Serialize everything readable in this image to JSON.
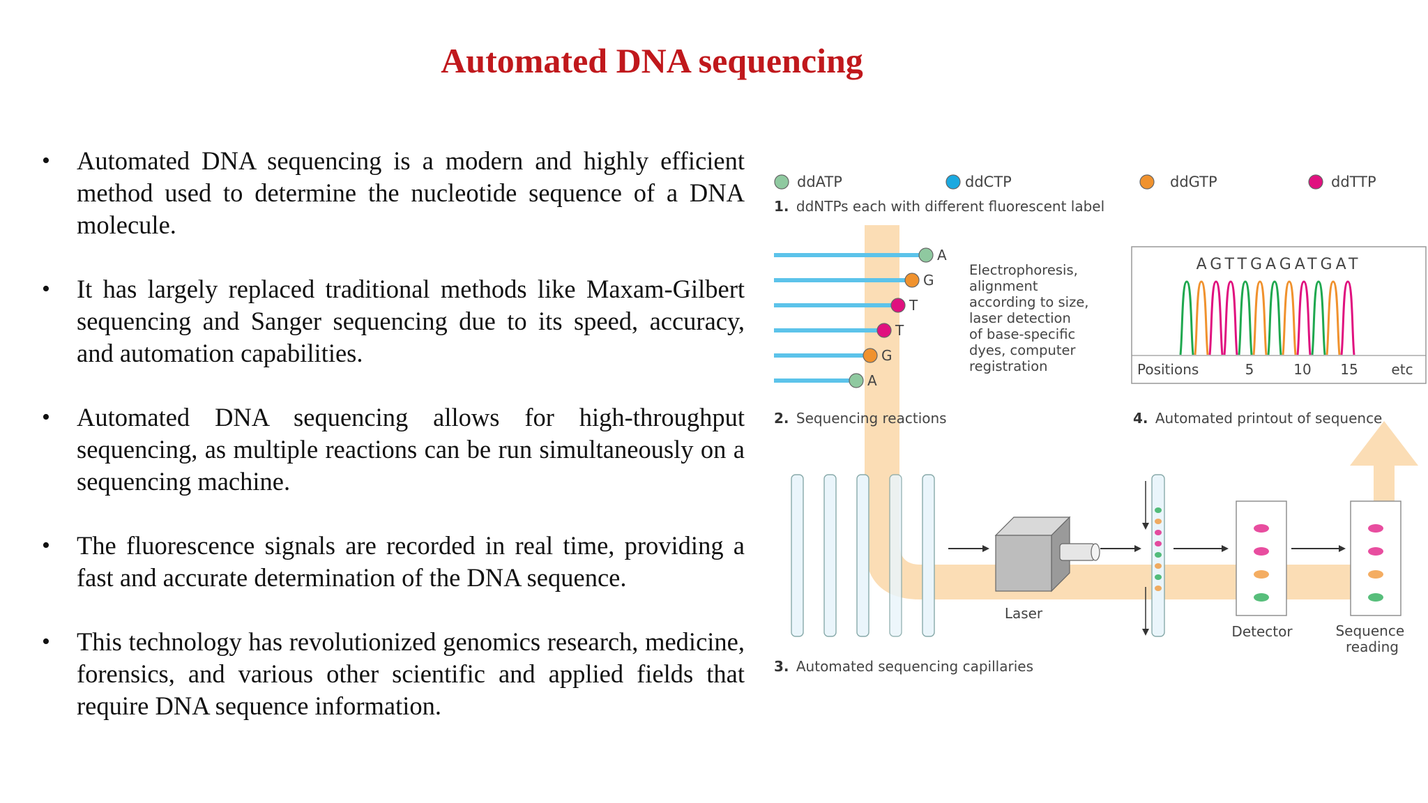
{
  "title": "Automated DNA sequencing",
  "bullets": [
    "Automated DNA sequencing is a modern and highly efficient method used to determine the nucleotide sequence of a DNA molecule.",
    "It has largely replaced traditional methods like Maxam-Gilbert sequencing and Sanger sequencing due to its speed, accuracy, and automation capabilities.",
    "Automated DNA sequencing allows for high-throughput sequencing, as multiple reactions can be run simultaneously on a sequencing machine.",
    "The fluorescence signals are recorded in real time, providing a fast and accurate determination of the DNA sequence.",
    "This technology has revolutionized genomics research, medicine, forensics, and various other scientific and applied fields that require DNA sequence information."
  ],
  "figure": {
    "legend": [
      {
        "label": "ddATP",
        "color": "#8fc9a0"
      },
      {
        "label": "ddCTP",
        "color": "#1ba9e0"
      },
      {
        "label": "ddGTP",
        "color": "#f0922e"
      },
      {
        "label": "ddTTP",
        "color": "#e0117f"
      }
    ],
    "step1": {
      "num": "1.",
      "text": "ddNTPs each with different fluorescent label"
    },
    "step2": {
      "num": "2.",
      "text": "Sequencing reactions"
    },
    "step3": {
      "num": "3.",
      "text": "Automated sequencing capillaries"
    },
    "step4": {
      "num": "4.",
      "text": "Automated printout of sequence"
    },
    "fragments": [
      {
        "base": "A",
        "color": "#8fc9a0"
      },
      {
        "base": "G",
        "color": "#f0922e"
      },
      {
        "base": "T",
        "color": "#e0117f"
      },
      {
        "base": "T",
        "color": "#e0117f"
      },
      {
        "base": "G",
        "color": "#f0922e"
      },
      {
        "base": "A",
        "color": "#8fc9a0"
      }
    ],
    "electrophoresis_lines": [
      "Electrophoresis,",
      "alignment",
      "according to size,",
      "laser detection",
      "of base-specific",
      "dyes, computer",
      "registration"
    ],
    "printout": {
      "sequence": "AGTTGAGATGAT",
      "peak_colors": [
        "#1fa84f",
        "#f0922e",
        "#e0117f",
        "#e0117f",
        "#1fa84f",
        "#f0922e",
        "#1fa84f",
        "#f0922e",
        "#e0117f",
        "#1fa84f",
        "#f0922e",
        "#e0117f"
      ],
      "positions_label": "Positions",
      "ticks": [
        "5",
        "10",
        "15",
        "etc"
      ]
    },
    "laser_label": "Laser",
    "detector_label": "Detector",
    "sequence_reading_lines": [
      "Sequence",
      "reading"
    ],
    "capillary_dots": [
      "#1fa84f",
      "#f0922e",
      "#e0117f",
      "#e0117f",
      "#1fa84f",
      "#f0922e",
      "#1fa84f",
      "#f0922e"
    ],
    "detector_dots": [
      "#e0117f",
      "#e0117f",
      "#f0922e",
      "#1fa84f"
    ],
    "reading_dots": [
      "#e0117f",
      "#e0117f",
      "#f0922e",
      "#1fa84f"
    ]
  }
}
